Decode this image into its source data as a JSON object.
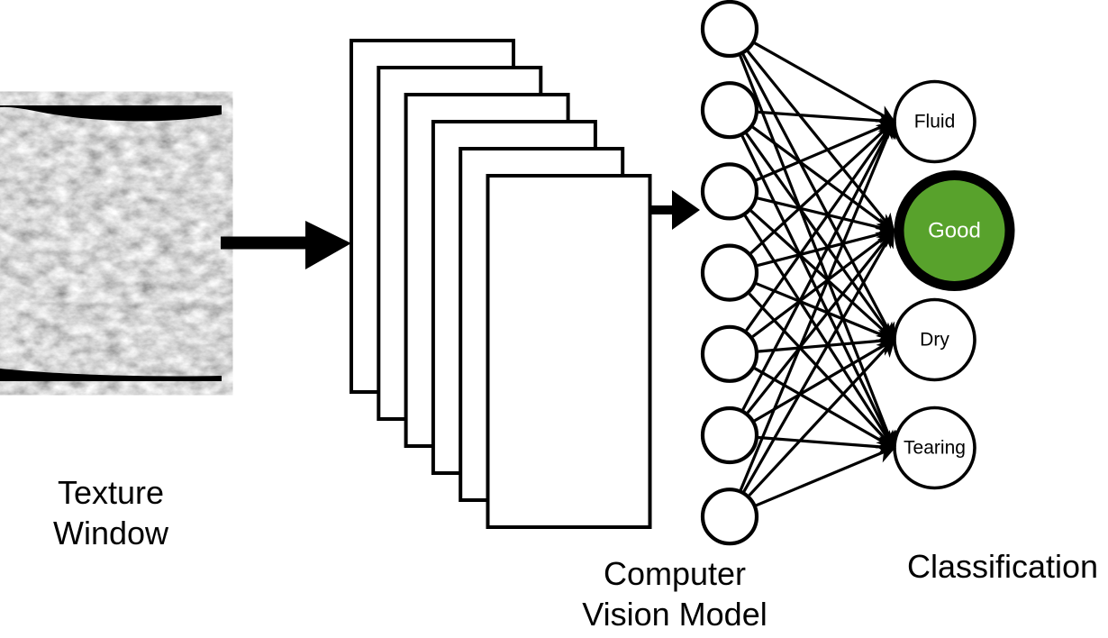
{
  "pipeline": {
    "texture_stage": {
      "caption_line1": "Texture",
      "caption_line2": "Window"
    },
    "model_stage": {
      "caption_line1": "Computer",
      "caption_line2": "Vision Model",
      "layer_count": 6
    },
    "classification_stage": {
      "caption": "Classification"
    },
    "network": {
      "input_node_count": 7,
      "output_nodes": [
        {
          "label": "Fluid",
          "selected": false
        },
        {
          "label": "Good",
          "selected": true
        },
        {
          "label": "Dry",
          "selected": false
        },
        {
          "label": "Tearing",
          "selected": false
        }
      ]
    },
    "colors": {
      "ink": "#000000",
      "node_fill": "#ffffff",
      "selected_fill": "#58a22c",
      "selected_text": "#ffffff",
      "label_text": "#000000",
      "background": "#ffffff"
    }
  }
}
